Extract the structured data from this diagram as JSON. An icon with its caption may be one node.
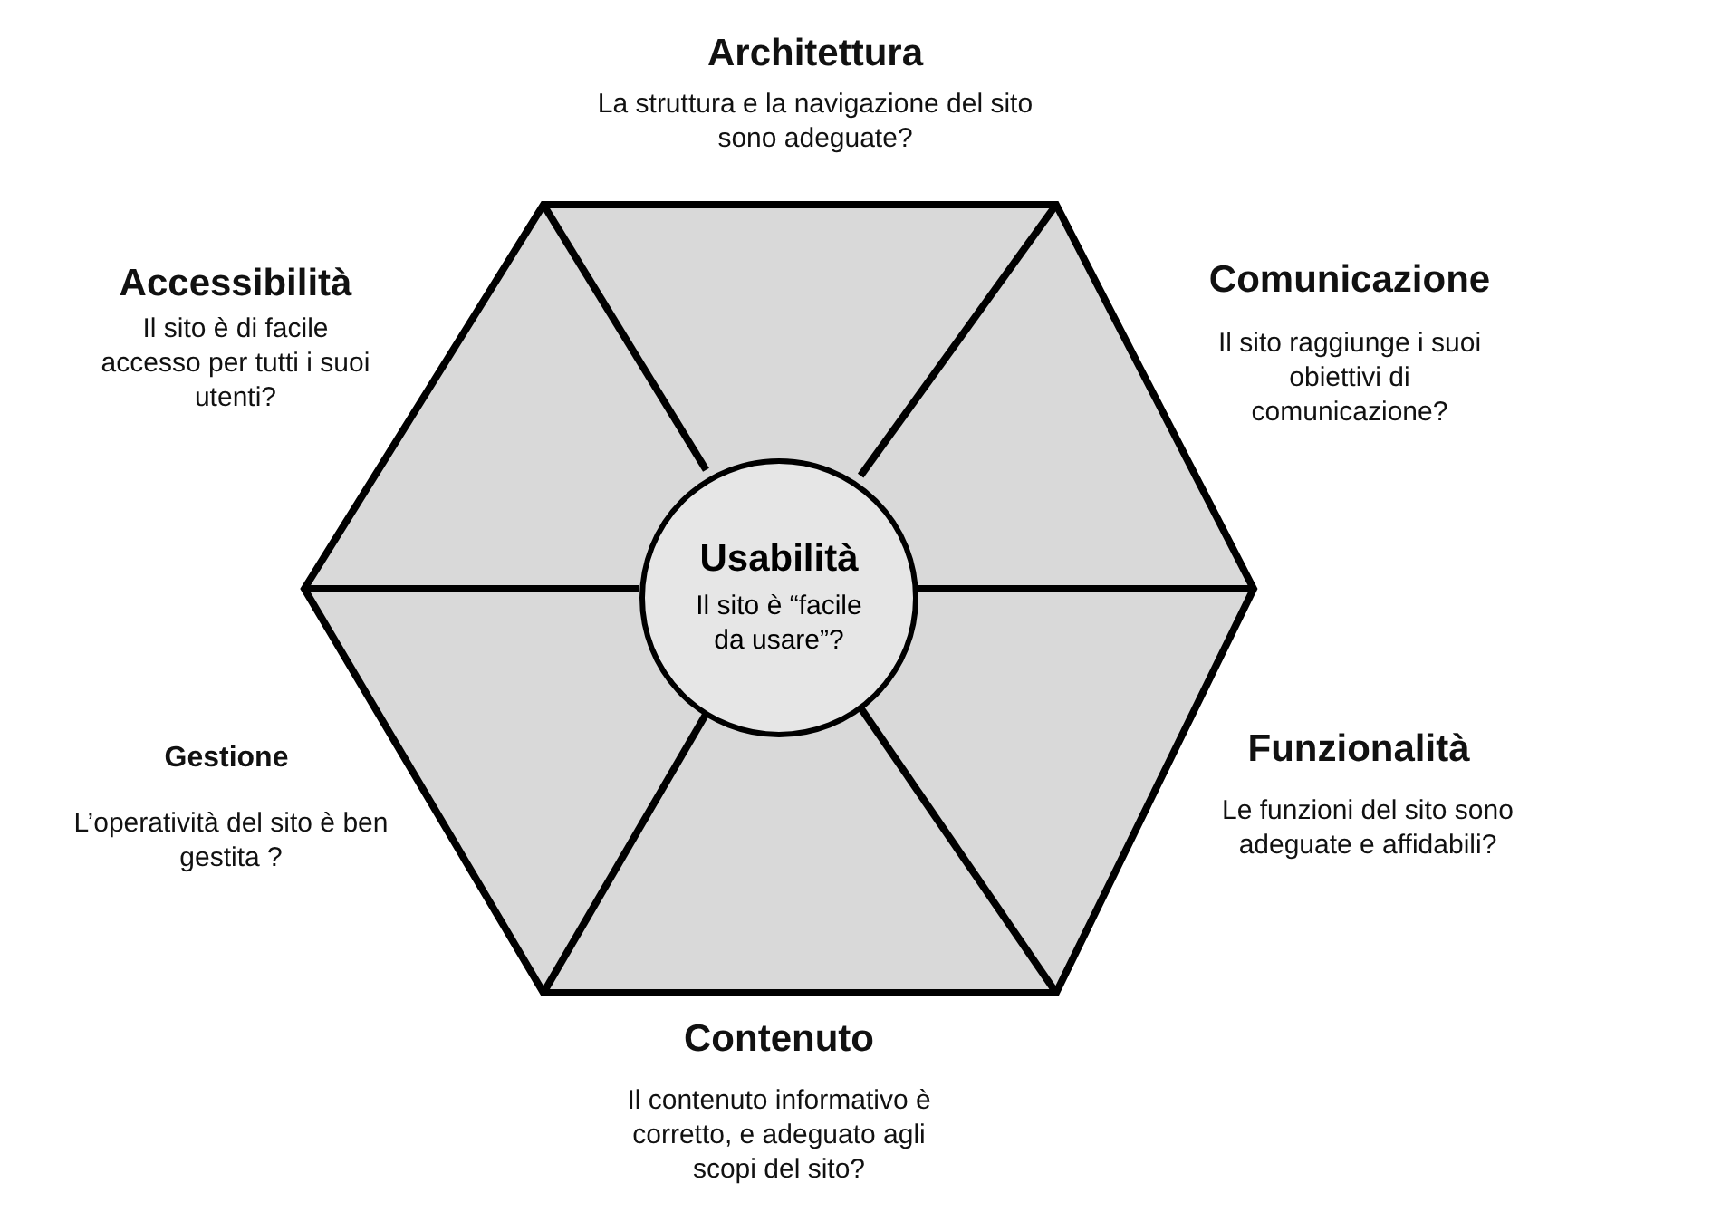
{
  "diagram": {
    "nodes": [
      {
        "text": [],
        "shape": "hexagon"
      },
      {
        "text": [
          "Usabilità",
          "Il sito è “facile da usare”?"
        ],
        "in": 0
      }
    ],
    "labels": [
      "Architettura",
      "La struttura e la navigazione del sito sono adeguate?",
      "Accessibilità",
      "Il sito è di facile accesso per tutti i suoi utenti?",
      "Comunicazione",
      "Il sito raggiunge i suoi obiettivi di comunicazione?",
      "Gestione",
      "L’operatività del sito è ben gestita ?",
      "Funzionalità",
      "Le funzioni del sito sono adeguate e affidabili?",
      "Contenuto",
      "Il contenuto informativo è corretto, e adeguato agli scopi del sito?"
    ]
  }
}
